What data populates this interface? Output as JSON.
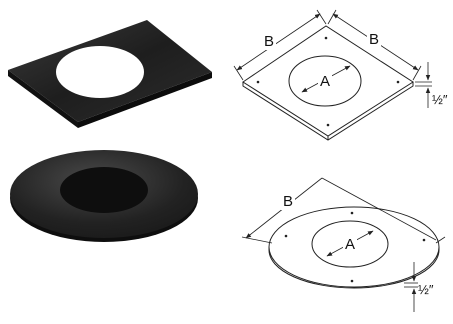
{
  "labels": {
    "square_side_left": "B",
    "square_side_right": "B",
    "square_hole_diameter": "A",
    "square_thickness": "½″",
    "round_diameter": "B",
    "round_hole_diameter": "A",
    "round_thickness": "½″"
  },
  "colors": {
    "plate_face": "#2b2b2b",
    "plate_edge": "#111111",
    "line": "#222222",
    "background": "#ffffff"
  }
}
